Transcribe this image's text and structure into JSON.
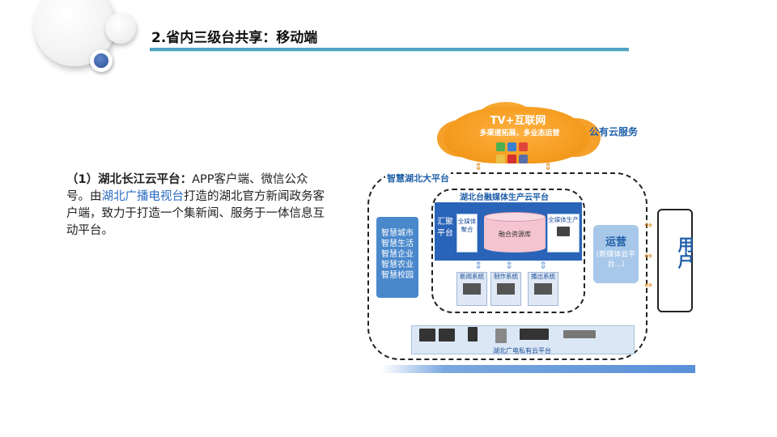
{
  "title": "2.省内三级台共享：移动端",
  "body": {
    "heading": "（1）湖北长江云平台：",
    "line1_rest": "APP客户端、微信公众号。由",
    "highlight": "湖北广播电视台",
    "rest": "打造的湖北官方新闻政务客户端，致力于打造一个集新闻、服务于一体信息互动平台。"
  },
  "diagram": {
    "cloud_title": "TV+互联网",
    "cloud_sub": "多渠道拓展，多业态运营",
    "public_cloud": "公有云服务",
    "outer_label": "智慧湖北大平台",
    "inner_label": "湖北台融媒体生产云平台",
    "converge": "汇聚平台",
    "all_media_aggregate": "全媒体聚合",
    "resource_lib": "融合资源库",
    "all_media_produce": "全媒体生产",
    "systems": [
      "新闻系统",
      "制作系统",
      "播出系统"
    ],
    "smart": [
      "智慧城市",
      "智慧生活",
      "智慧企业",
      "智慧农业",
      "智慧校园"
    ],
    "ops_title": "运营",
    "ops_sub": "(新媒体云平台...)",
    "user": "用户",
    "private_cloud": "湖北广电私有云平台"
  },
  "colors": {
    "accent": "#4fa3c4",
    "brand_blue": "#2a64b8",
    "cloud_orange": "#f39a1c"
  }
}
